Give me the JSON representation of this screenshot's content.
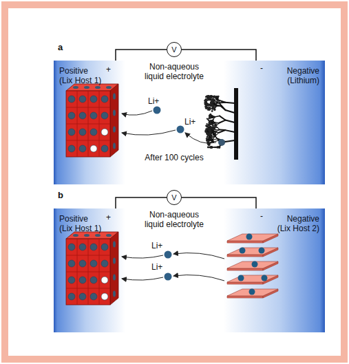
{
  "diagram": {
    "nodes": [
      {
        "text": [
          "Positive (Lix Host 1)"
        ]
      },
      {
        "text": [
          "V"
        ]
      },
      {
        "text": [
          "Negative (Lithium)"
        ]
      },
      {
        "text": [
          "Positive (Lix Host 1)"
        ]
      },
      {
        "text": [
          "V"
        ]
      },
      {
        "text": [
          "Negative (Lix Host 2)"
        ]
      }
    ],
    "edges": [
      {
        "from": 0,
        "to": 1,
        "arrow": "none"
      },
      {
        "from": 1,
        "to": 2,
        "arrow": "none"
      },
      {
        "from": 3,
        "to": 4,
        "arrow": "none"
      },
      {
        "from": 4,
        "to": 5,
        "arrow": "none"
      }
    ],
    "labels": [
      "a",
      "+",
      "-",
      "Non-aqueous liquid electrolyte",
      "Li+",
      "Li+",
      "After 100 cycles",
      "b",
      "+",
      "-",
      "Non-aqueous liquid electrolyte",
      "Li+",
      "Li+"
    ]
  }
}
